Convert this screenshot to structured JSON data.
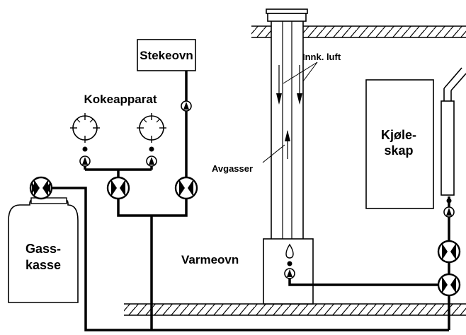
{
  "labels": {
    "stekeovn": "Stekeovn",
    "kokeapparat": "Kokeapparat",
    "innk_luft": "Innk. luft",
    "avgasser": "Avgasser",
    "kjoleskap_line1": "Kjøle-",
    "kjoleskap_line2": "skap",
    "gasskasse_line1": "Gass-",
    "gasskasse_line2": "kasse",
    "varmeovn": "Varmeovn"
  },
  "icons": {
    "valve": "valve-icon",
    "burner": "burner-icon",
    "cylinder": "gas-cylinder-icon",
    "flame": "flame-icon",
    "chimney": "chimney-icon",
    "nozzle": "nozzle-icon"
  },
  "colors": {
    "line": "#000000",
    "background": "#ffffff"
  }
}
